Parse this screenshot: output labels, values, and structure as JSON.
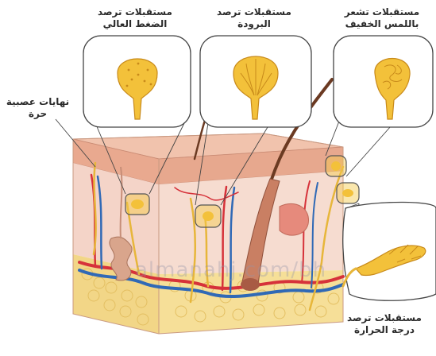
{
  "labels": {
    "high_pressure": {
      "line1": "مستقبلات ترصد",
      "line2": "الضغط العالي"
    },
    "cold": {
      "line1": "مستقبلات ترصد",
      "line2": "البرودة"
    },
    "light_touch": {
      "line1": "مستقبلات تشعر",
      "line2": "باللمس الخفيف"
    },
    "free_nerve": {
      "line1": "نهايات عصبية",
      "line2": "حرة"
    },
    "heat": {
      "line1": "مستقبلات ترصد",
      "line2": "درجة الحرارة"
    }
  },
  "watermark": "almanahj.com/bh",
  "colors": {
    "receptor": "#f3c13a",
    "receptor_outline": "#c88a1a",
    "epidermis": "#e9b39a",
    "dermis": "#f3d3c6",
    "fat": "#f3d98e",
    "artery": "#d6323a",
    "vein": "#3069b6",
    "hair": "#6b3a22"
  }
}
